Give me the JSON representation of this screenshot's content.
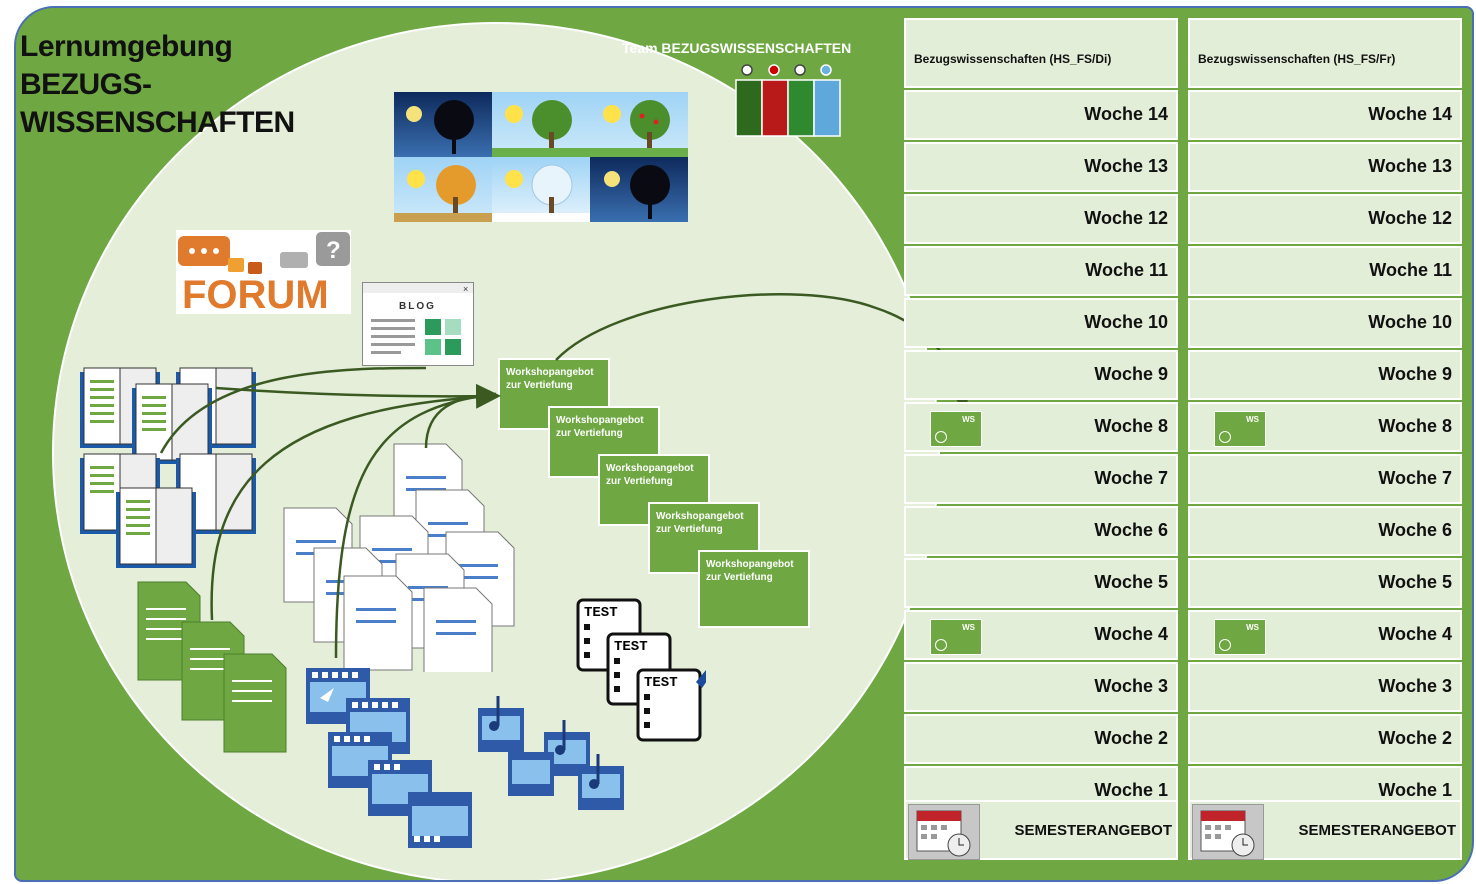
{
  "title_lines": [
    "Lernumgebung",
    "BEZUGS-",
    "WISSENSCHAFTEN"
  ],
  "team_label": "Team BEZUGSWISSENSCHAFTEN",
  "forum_label": "FORUM",
  "blog_label": "BLOG",
  "workshop_cards": [
    {
      "line1": "Workshopangebot",
      "line2": "zur Vertiefung"
    },
    {
      "line1": "Workshopangebot",
      "line2": "zur Vertiefung"
    },
    {
      "line1": "Workshopangebot",
      "line2": "zur Vertiefung"
    },
    {
      "line1": "Workshopangebot",
      "line2": "zur Vertiefung"
    },
    {
      "line1": "Workshopangebot",
      "line2": "zur Vertiefung"
    }
  ],
  "test_label": "TEST",
  "columns": [
    {
      "header": "Bezugswissenschaften (HS_FS/Di)",
      "weeks": [
        "Woche 14",
        "Woche 13",
        "Woche 12",
        "Woche 11",
        "Woche 10",
        "Woche 9",
        "Woche 8",
        "Woche 7",
        "Woche 6",
        "Woche 5",
        "Woche 4",
        "Woche 3",
        "Woche 2",
        "Woche 1"
      ],
      "semester": "SEMESTERANGEBOT"
    },
    {
      "header": "Bezugswissenschaften (HS_FS/Fr)",
      "weeks": [
        "Woche 14",
        "Woche 13",
        "Woche 12",
        "Woche 11",
        "Woche 10",
        "Woche 9",
        "Woche 8",
        "Woche 7",
        "Woche 6",
        "Woche 5",
        "Woche 4",
        "Woche 3",
        "Woche 2",
        "Woche 1"
      ],
      "semester": "SEMESTERANGEBOT"
    }
  ],
  "ws_badge_label": "WS",
  "ws_badge_weeks": [
    "Woche 8",
    "Woche 4"
  ],
  "colors": {
    "background": "#6fa843",
    "circle": "#e4eed9",
    "cell": "#e3eed9",
    "border": "#4a6fb5",
    "arrow": "#3a5a22"
  },
  "icons": [
    "team-figures-icon",
    "weather-seasons-image",
    "forum-icon",
    "blog-icon",
    "book-icon",
    "document-icon",
    "green-document-icon",
    "video-film-icon",
    "music-film-icon",
    "test-checklist-icon",
    "calendar-icon",
    "clock-icon"
  ]
}
